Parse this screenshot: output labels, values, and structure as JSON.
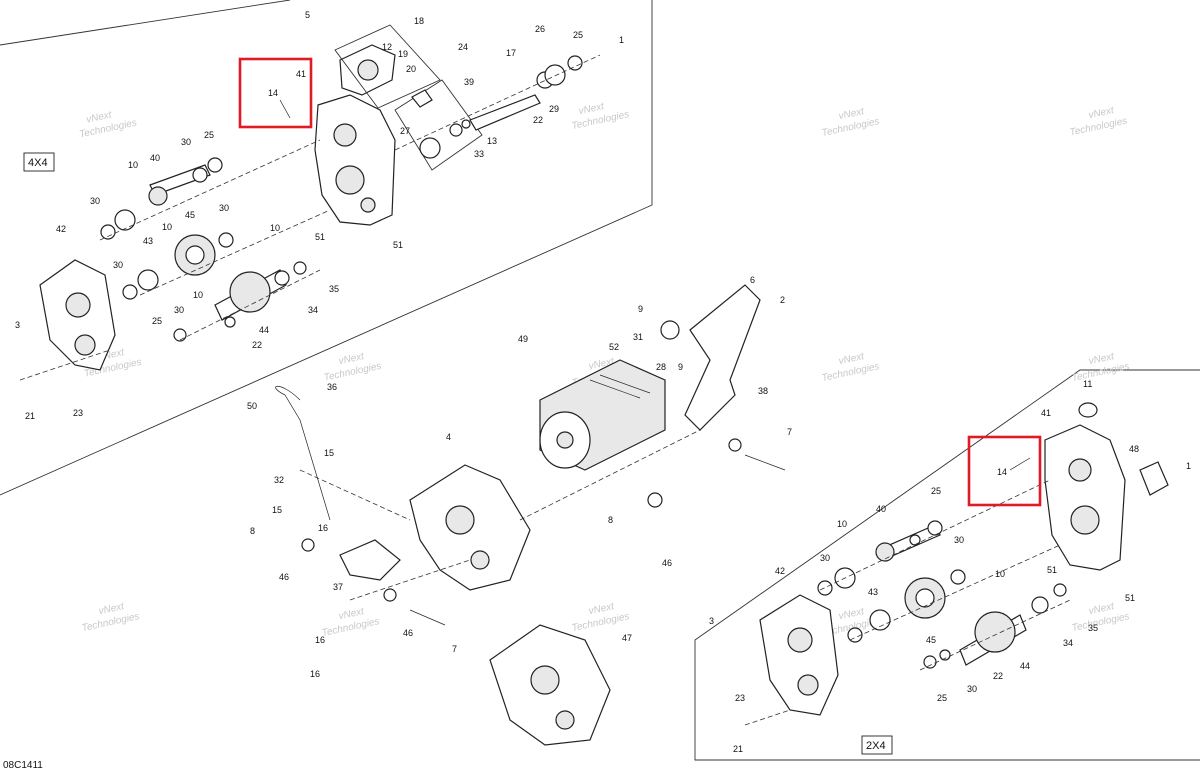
{
  "diagram": {
    "code": "08C1411",
    "group_4x4": "4X4",
    "group_2x4": "2X4",
    "watermark_line1": "vNext",
    "watermark_line2": "Technologies",
    "highlight_label": "14",
    "highlight_color": "#e01b24"
  },
  "labels": {
    "l1a": "1",
    "l5": "5",
    "l18": "18",
    "l19": "19",
    "l20": "20",
    "l12": "12",
    "l41a": "41",
    "l24": "24",
    "l39": "39",
    "l17": "17",
    "l26": "26",
    "l25a": "25",
    "l29": "29",
    "l22a": "22",
    "l13": "13",
    "l33": "33",
    "l27": "27",
    "l30a": "30",
    "l25b": "25",
    "l10a": "10",
    "l40a": "40",
    "l30b": "30",
    "l42a": "42",
    "l43a": "43",
    "l10b": "10",
    "l45a": "45",
    "l30c": "30",
    "l10c": "10",
    "l51a": "51",
    "l51b": "51",
    "l30d": "30",
    "l10d": "10",
    "l34a": "34",
    "l35a": "35",
    "l3a": "3",
    "l25c": "25",
    "l30e": "30",
    "l44a": "44",
    "l22b": "22",
    "l21a": "21",
    "l23a": "23",
    "l36": "36",
    "l50": "50",
    "l15a": "15",
    "l4": "4",
    "l32": "32",
    "l15b": "15",
    "l8a": "8",
    "l16a": "16",
    "l46a": "46",
    "l37": "37",
    "l16b": "16",
    "l46b": "46",
    "l7a": "7",
    "l16c": "16",
    "l49": "49",
    "l9a": "9",
    "l31": "31",
    "l52": "52",
    "l28": "28",
    "l9b": "9",
    "l6": "6",
    "l2": "2",
    "l38": "38",
    "l7b": "7",
    "l8b": "8",
    "l46c": "46",
    "l47": "47",
    "l11": "11",
    "l41b": "41",
    "l48": "48",
    "l1b": "1",
    "l25d": "25",
    "l40b": "40",
    "l10e": "10",
    "l30f": "30",
    "l42b": "42",
    "l43b": "43",
    "l10f": "10",
    "l45b": "45",
    "l51c": "51",
    "l51d": "51",
    "l3b": "3",
    "l30g": "30",
    "l34b": "34",
    "l35b": "35",
    "l44b": "44",
    "l22c": "22",
    "l25e": "25",
    "l30h": "30",
    "l23b": "23",
    "l21b": "21"
  }
}
